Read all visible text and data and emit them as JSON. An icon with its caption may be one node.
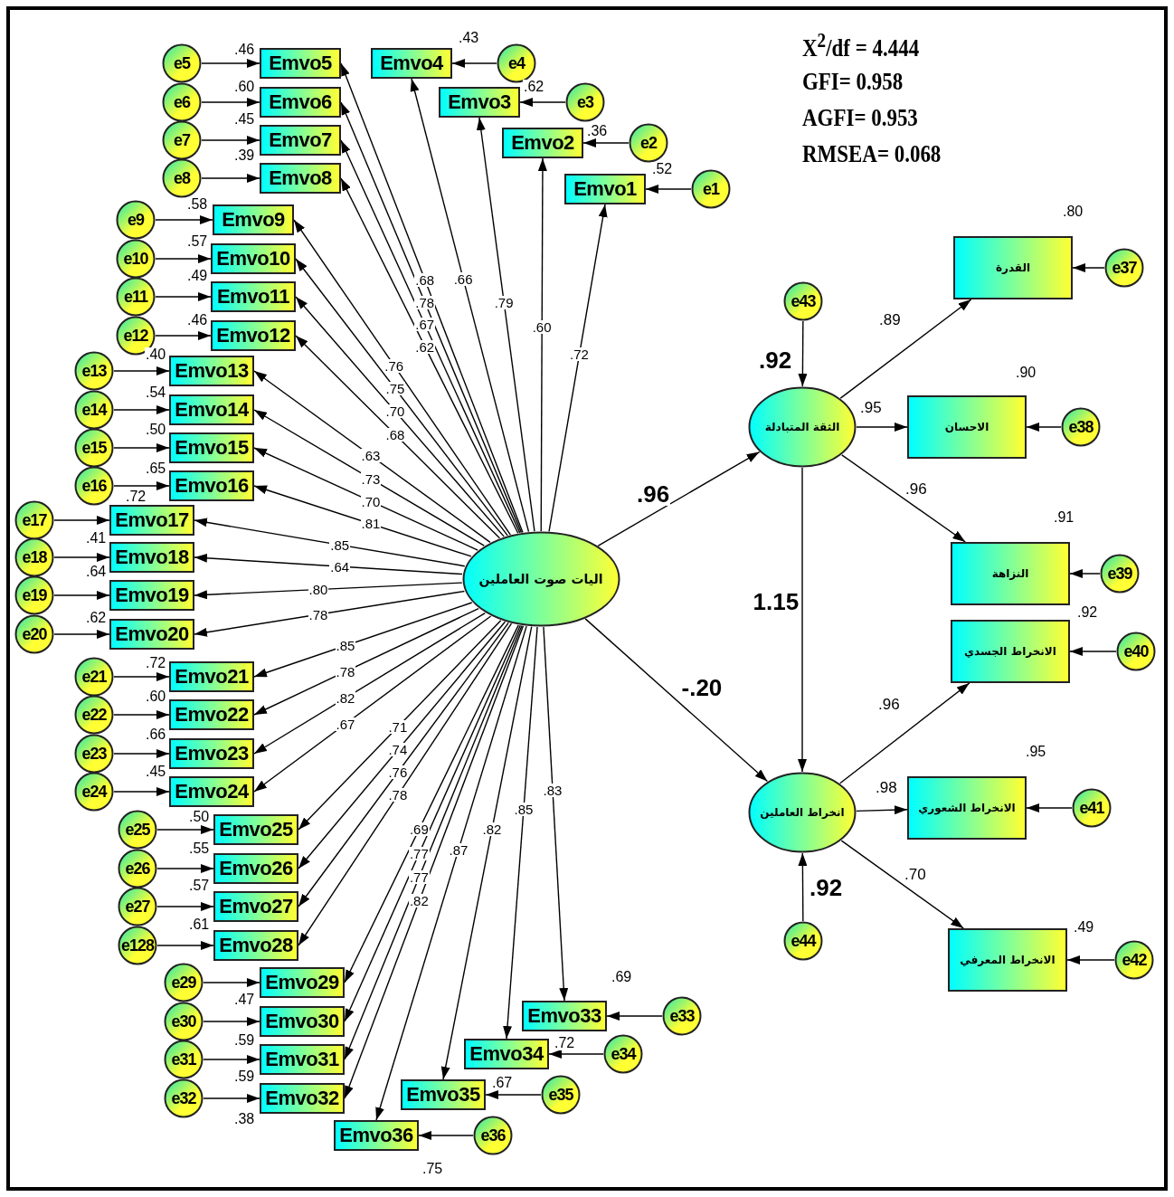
{
  "diagram": {
    "nodes": [
      {
        "text": [
          "اليات صوت العاملين"
        ]
      },
      {
        "text": [
          "Emvo1"
        ],
        "beside": [
          ".52"
        ]
      },
      {
        "text": [
          "Emvo2"
        ],
        "beside": [
          ".36"
        ]
      },
      {
        "text": [
          "Emvo3"
        ],
        "beside": [
          ".62"
        ]
      },
      {
        "text": [
          "Emvo4"
        ],
        "beside": [
          ".43"
        ]
      },
      {
        "text": [
          "Emvo5"
        ],
        "beside": [
          ".46"
        ]
      },
      {
        "text": [
          "Emvo6"
        ],
        "beside": [
          ".60"
        ]
      },
      {
        "text": [
          "Emvo7"
        ],
        "beside": [
          ".45"
        ]
      },
      {
        "text": [
          "Emvo8"
        ],
        "beside": [
          ".39"
        ]
      },
      {
        "text": [
          "Emvo9"
        ],
        "beside": [
          ".58"
        ]
      },
      {
        "text": [
          "Emvo10"
        ],
        "beside": [
          ".57"
        ]
      },
      {
        "text": [
          "Emvo11"
        ],
        "beside": [
          ".49"
        ]
      },
      {
        "text": [
          "Emvo12"
        ],
        "beside": [
          ".46"
        ]
      },
      {
        "text": [
          "Emvo13"
        ],
        "beside": [
          ".40"
        ]
      },
      {
        "text": [
          "Emvo14"
        ],
        "beside": [
          ".54"
        ]
      },
      {
        "text": [
          "Emvo15"
        ],
        "beside": [
          ".50"
        ]
      },
      {
        "text": [
          "Emvo16"
        ],
        "beside": [
          ".65"
        ]
      },
      {
        "text": [
          "Emvo17"
        ],
        "beside": [
          ".72"
        ]
      },
      {
        "text": [
          "Emvo18"
        ],
        "beside": [
          ".41"
        ]
      },
      {
        "text": [
          "Emvo19"
        ],
        "beside": [
          ".64"
        ]
      },
      {
        "text": [
          "Emvo20"
        ],
        "beside": [
          ".62"
        ]
      },
      {
        "text": [
          "Emvo21"
        ],
        "beside": [
          ".72"
        ]
      },
      {
        "text": [
          "Emvo22"
        ],
        "beside": [
          ".60"
        ]
      },
      {
        "text": [
          "Emvo23"
        ],
        "beside": [
          ".66"
        ]
      },
      {
        "text": [
          "Emvo24"
        ],
        "beside": [
          ".45"
        ]
      },
      {
        "text": [
          "Emvo25"
        ],
        "beside": [
          ".50"
        ]
      },
      {
        "text": [
          "Emvo26"
        ],
        "beside": [
          ".55"
        ]
      },
      {
        "text": [
          "Emvo27"
        ],
        "beside": [
          ".57"
        ]
      },
      {
        "text": [
          "Emvo28"
        ],
        "beside": [
          ".61"
        ]
      },
      {
        "text": [
          "Emvo29"
        ],
        "beside": [
          ".47"
        ]
      },
      {
        "text": [
          "Emvo30"
        ],
        "beside": [
          ".59"
        ]
      },
      {
        "text": [
          "Emvo31"
        ],
        "beside": [
          ".59"
        ]
      },
      {
        "text": [
          "Emvo32"
        ],
        "beside": [
          ".38"
        ]
      },
      {
        "text": [
          "Emvo33"
        ],
        "beside": [
          ".69"
        ]
      },
      {
        "text": [
          "Emvo34"
        ],
        "beside": [
          ".72"
        ]
      },
      {
        "text": [
          "Emvo35"
        ],
        "beside": [
          ".67"
        ]
      },
      {
        "text": [
          "Emvo36"
        ],
        "beside": [
          ".75"
        ]
      },
      {
        "text": [
          "e1"
        ]
      },
      {
        "text": [
          "e2"
        ]
      },
      {
        "text": [
          "e3"
        ]
      },
      {
        "text": [
          "e4"
        ]
      },
      {
        "text": [
          "e5"
        ]
      },
      {
        "text": [
          "e6"
        ]
      },
      {
        "text": [
          "e7"
        ]
      },
      {
        "text": [
          "e8"
        ]
      },
      {
        "text": [
          "e9"
        ]
      },
      {
        "text": [
          "e10"
        ]
      },
      {
        "text": [
          "e11"
        ]
      },
      {
        "text": [
          "e12"
        ]
      },
      {
        "text": [
          "e13"
        ]
      },
      {
        "text": [
          "e14"
        ]
      },
      {
        "text": [
          "e15"
        ]
      },
      {
        "text": [
          "e16"
        ]
      },
      {
        "text": [
          "e17"
        ]
      },
      {
        "text": [
          "e18"
        ]
      },
      {
        "text": [
          "e19"
        ]
      },
      {
        "text": [
          "e20"
        ]
      },
      {
        "text": [
          "e21"
        ]
      },
      {
        "text": [
          "e22"
        ]
      },
      {
        "text": [
          "e23"
        ]
      },
      {
        "text": [
          "e24"
        ]
      },
      {
        "text": [
          "e25"
        ]
      },
      {
        "text": [
          "e26"
        ]
      },
      {
        "text": [
          "e27"
        ]
      },
      {
        "text": [
          "e128"
        ]
      },
      {
        "text": [
          "e29"
        ]
      },
      {
        "text": [
          "e30"
        ]
      },
      {
        "text": [
          "e31"
        ]
      },
      {
        "text": [
          "e32"
        ]
      },
      {
        "text": [
          "e33"
        ]
      },
      {
        "text": [
          "e34"
        ]
      },
      {
        "text": [
          "e35"
        ]
      },
      {
        "text": [
          "e36"
        ]
      },
      {
        "text": [
          "الثقة المتبادلة"
        ],
        "beside": [
          ".92"
        ]
      },
      {
        "text": [
          "انخراط العاملين"
        ],
        "beside": [
          ".92"
        ]
      },
      {
        "text": [
          "القدرة"
        ],
        "beside": [
          ".80"
        ]
      },
      {
        "text": [
          "الاحسان"
        ],
        "beside": [
          ".90"
        ]
      },
      {
        "text": [
          "النزاهة"
        ],
        "beside": [
          ".91"
        ]
      },
      {
        "text": [
          "الانخراط الجسدي"
        ],
        "beside": [
          ".92"
        ]
      },
      {
        "text": [
          "الانخراط الشعوري"
        ],
        "beside": [
          ".95"
        ]
      },
      {
        "text": [
          "الانخراط المعرفي"
        ],
        "beside": [
          ".49"
        ]
      },
      {
        "text": [
          "e37"
        ]
      },
      {
        "text": [
          "e38"
        ]
      },
      {
        "text": [
          "e39"
        ]
      },
      {
        "text": [
          "e40"
        ]
      },
      {
        "text": [
          "e41"
        ]
      },
      {
        "text": [
          "e42"
        ]
      },
      {
        "text": [
          "e43"
        ]
      },
      {
        "text": [
          "e44"
        ]
      }
    ],
    "edges": [
      {
        "from": 0,
        "to": 1,
        "arrow": "to",
        "label": ".72"
      },
      {
        "from": 0,
        "to": 2,
        "arrow": "to",
        "label": ".60"
      },
      {
        "from": 0,
        "to": 3,
        "arrow": "to",
        "label": ".79"
      },
      {
        "from": 0,
        "to": 4,
        "arrow": "to",
        "label": ".66"
      },
      {
        "from": 0,
        "to": 5,
        "arrow": "to",
        "label": ".68"
      },
      {
        "from": 0,
        "to": 6,
        "arrow": "to",
        "label": ".78"
      },
      {
        "from": 0,
        "to": 7,
        "arrow": "to",
        "label": ".67"
      },
      {
        "from": 0,
        "to": 8,
        "arrow": "to",
        "label": ".62"
      },
      {
        "from": 0,
        "to": 9,
        "arrow": "to",
        "label": ".76"
      },
      {
        "from": 0,
        "to": 10,
        "arrow": "to",
        "label": ".75"
      },
      {
        "from": 0,
        "to": 11,
        "arrow": "to",
        "label": ".70"
      },
      {
        "from": 0,
        "to": 12,
        "arrow": "to",
        "label": ".68"
      },
      {
        "from": 0,
        "to": 13,
        "arrow": "to",
        "label": ".63"
      },
      {
        "from": 0,
        "to": 14,
        "arrow": "to",
        "label": ".73"
      },
      {
        "from": 0,
        "to": 15,
        "arrow": "to",
        "label": ".70"
      },
      {
        "from": 0,
        "to": 16,
        "arrow": "to",
        "label": ".81"
      },
      {
        "from": 0,
        "to": 17,
        "arrow": "to",
        "label": ".85"
      },
      {
        "from": 0,
        "to": 18,
        "arrow": "to",
        "label": ".64"
      },
      {
        "from": 0,
        "to": 19,
        "arrow": "to",
        "label": ".80"
      },
      {
        "from": 0,
        "to": 20,
        "arrow": "to",
        "label": ".78"
      },
      {
        "from": 0,
        "to": 21,
        "arrow": "to",
        "label": ".85"
      },
      {
        "from": 0,
        "to": 22,
        "arrow": "to",
        "label": ".78"
      },
      {
        "from": 0,
        "to": 23,
        "arrow": "to",
        "label": ".82"
      },
      {
        "from": 0,
        "to": 24,
        "arrow": "to",
        "label": ".67"
      },
      {
        "from": 0,
        "to": 25,
        "arrow": "to",
        "label": ".71"
      },
      {
        "from": 0,
        "to": 26,
        "arrow": "to",
        "label": ".74"
      },
      {
        "from": 0,
        "to": 27,
        "arrow": "to",
        "label": ".76"
      },
      {
        "from": 0,
        "to": 28,
        "arrow": "to",
        "label": ".78"
      },
      {
        "from": 0,
        "to": 29,
        "arrow": "to",
        "label": ".69"
      },
      {
        "from": 0,
        "to": 30,
        "arrow": "to",
        "label": ".77"
      },
      {
        "from": 0,
        "to": 31,
        "arrow": "to",
        "label": ".77"
      },
      {
        "from": 0,
        "to": 32,
        "arrow": "to",
        "label": ".82"
      },
      {
        "from": 0,
        "to": 33,
        "arrow": "to",
        "label": ".83"
      },
      {
        "from": 0,
        "to": 34,
        "arrow": "to",
        "label": ".85"
      },
      {
        "from": 0,
        "to": 35,
        "arrow": "to",
        "label": ".82"
      },
      {
        "from": 0,
        "to": 36,
        "arrow": "to",
        "label": ".87"
      },
      {
        "from": 37,
        "to": 1,
        "arrow": "to"
      },
      {
        "from": 38,
        "to": 2,
        "arrow": "to"
      },
      {
        "from": 39,
        "to": 3,
        "arrow": "to"
      },
      {
        "from": 40,
        "to": 4,
        "arrow": "to"
      },
      {
        "from": 41,
        "to": 5,
        "arrow": "to"
      },
      {
        "from": 42,
        "to": 6,
        "arrow": "to"
      },
      {
        "from": 43,
        "to": 7,
        "arrow": "to"
      },
      {
        "from": 44,
        "to": 8,
        "arrow": "to"
      },
      {
        "from": 45,
        "to": 9,
        "arrow": "to"
      },
      {
        "from": 46,
        "to": 10,
        "arrow": "to"
      },
      {
        "from": 47,
        "to": 11,
        "arrow": "to"
      },
      {
        "from": 48,
        "to": 12,
        "arrow": "to"
      },
      {
        "from": 49,
        "to": 13,
        "arrow": "to"
      },
      {
        "from": 50,
        "to": 14,
        "arrow": "to"
      },
      {
        "from": 51,
        "to": 15,
        "arrow": "to"
      },
      {
        "from": 52,
        "to": 16,
        "arrow": "to"
      },
      {
        "from": 53,
        "to": 17,
        "arrow": "to"
      },
      {
        "from": 54,
        "to": 18,
        "arrow": "to"
      },
      {
        "from": 55,
        "to": 19,
        "arrow": "to"
      },
      {
        "from": 56,
        "to": 20,
        "arrow": "to"
      },
      {
        "from": 57,
        "to": 21,
        "arrow": "to"
      },
      {
        "from": 58,
        "to": 22,
        "arrow": "to"
      },
      {
        "from": 59,
        "to": 23,
        "arrow": "to"
      },
      {
        "from": 60,
        "to": 24,
        "arrow": "to"
      },
      {
        "from": 61,
        "to": 25,
        "arrow": "to"
      },
      {
        "from": 62,
        "to": 26,
        "arrow": "to"
      },
      {
        "from": 63,
        "to": 27,
        "arrow": "to"
      },
      {
        "from": 64,
        "to": 28,
        "arrow": "to"
      },
      {
        "from": 65,
        "to": 29,
        "arrow": "to"
      },
      {
        "from": 66,
        "to": 30,
        "arrow": "to"
      },
      {
        "from": 67,
        "to": 31,
        "arrow": "to"
      },
      {
        "from": 68,
        "to": 32,
        "arrow": "to"
      },
      {
        "from": 69,
        "to": 33,
        "arrow": "to"
      },
      {
        "from": 70,
        "to": 34,
        "arrow": "to"
      },
      {
        "from": 71,
        "to": 35,
        "arrow": "to"
      },
      {
        "from": 72,
        "to": 36,
        "arrow": "to"
      },
      {
        "from": 0,
        "to": 73,
        "arrow": "to",
        "label": ".96"
      },
      {
        "from": 0,
        "to": 74,
        "arrow": "to",
        "label": "-.20"
      },
      {
        "from": 73,
        "to": 74,
        "arrow": "to",
        "label": "1.15"
      },
      {
        "from": 73,
        "to": 75,
        "arrow": "to",
        "label": ".89"
      },
      {
        "from": 73,
        "to": 76,
        "arrow": "to",
        "label": ".95"
      },
      {
        "from": 73,
        "to": 77,
        "arrow": "to",
        "label": ".96"
      },
      {
        "from": 74,
        "to": 78,
        "arrow": "to",
        "label": ".96"
      },
      {
        "from": 74,
        "to": 79,
        "arrow": "to",
        "label": ".98"
      },
      {
        "from": 74,
        "to": 80,
        "arrow": "to",
        "label": ".70"
      },
      {
        "from": 81,
        "to": 75,
        "arrow": "to"
      },
      {
        "from": 82,
        "to": 76,
        "arrow": "to"
      },
      {
        "from": 83,
        "to": 77,
        "arrow": "to"
      },
      {
        "from": 84,
        "to": 78,
        "arrow": "to"
      },
      {
        "from": 85,
        "to": 79,
        "arrow": "to"
      },
      {
        "from": 86,
        "to": 80,
        "arrow": "to"
      },
      {
        "from": 87,
        "to": 73,
        "arrow": "to"
      },
      {
        "from": 88,
        "to": 74,
        "arrow": "to"
      }
    ],
    "labels": [
      "X$^{2}$/df = 4.444",
      "GFI= 0.958",
      "AGFI= 0.953",
      "RMSEA= 0.068"
    ]
  }
}
